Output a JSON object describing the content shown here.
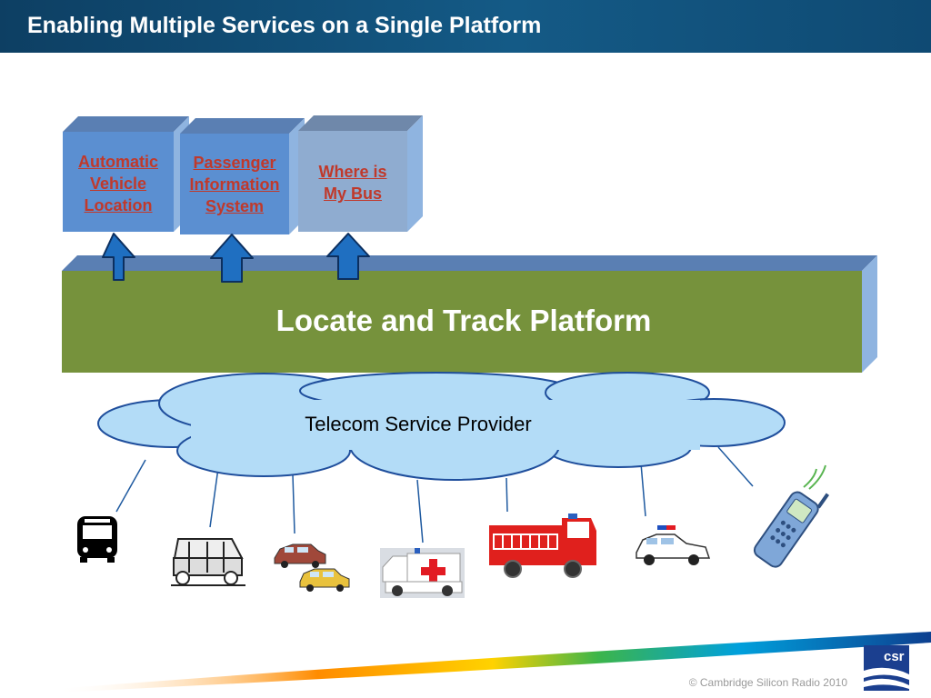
{
  "header": {
    "title": "Enabling Multiple Services on a Single Platform"
  },
  "services": [
    {
      "label_lines": [
        "Automatic",
        "Vehicle",
        "Location"
      ]
    },
    {
      "label_lines": [
        "Passenger",
        "Information",
        "System"
      ]
    },
    {
      "label_lines": [
        "Where is",
        "My Bus"
      ]
    }
  ],
  "platform": {
    "label": "Locate and Track Platform"
  },
  "network": {
    "label": "Telecom Service Provider"
  },
  "devices": [
    {
      "icon": "bus-icon"
    },
    {
      "icon": "auto-rickshaw-icon"
    },
    {
      "icon": "taxi-cars-icon"
    },
    {
      "icon": "ambulance-icon"
    },
    {
      "icon": "fire-truck-icon"
    },
    {
      "icon": "police-car-icon"
    },
    {
      "icon": "mobile-phone-icon"
    }
  ],
  "footer": {
    "copyright": "© Cambridge Silicon Radio 2010",
    "logo_text": "csr"
  },
  "colors": {
    "header": "#145a86",
    "platform": "#76923c",
    "service_box": "#5b8fd1",
    "arrow": "#1f6fc1",
    "cloud": "#b3dcf7",
    "cloud_outline": "#1f4e9c",
    "link_text": "#c0392b"
  }
}
